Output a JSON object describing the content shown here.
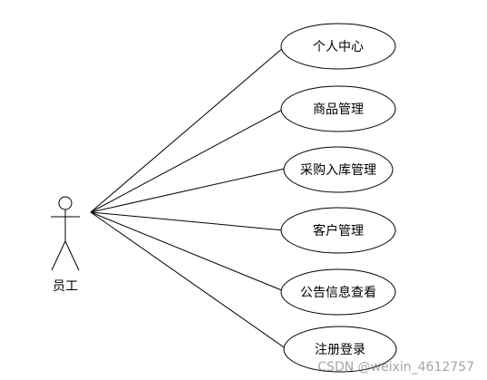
{
  "actor": {
    "label": "员工"
  },
  "use_cases": [
    {
      "id": "personal-center",
      "label": "个人中心"
    },
    {
      "id": "product-management",
      "label": "商品管理"
    },
    {
      "id": "purchase-inbound-management",
      "label": "采购入库管理"
    },
    {
      "id": "customer-management",
      "label": "客户管理"
    },
    {
      "id": "announcement-view",
      "label": "公告信息查看"
    },
    {
      "id": "register-login",
      "label": "注册登录"
    }
  ],
  "watermark": "CSDN @weixin_4612757"
}
